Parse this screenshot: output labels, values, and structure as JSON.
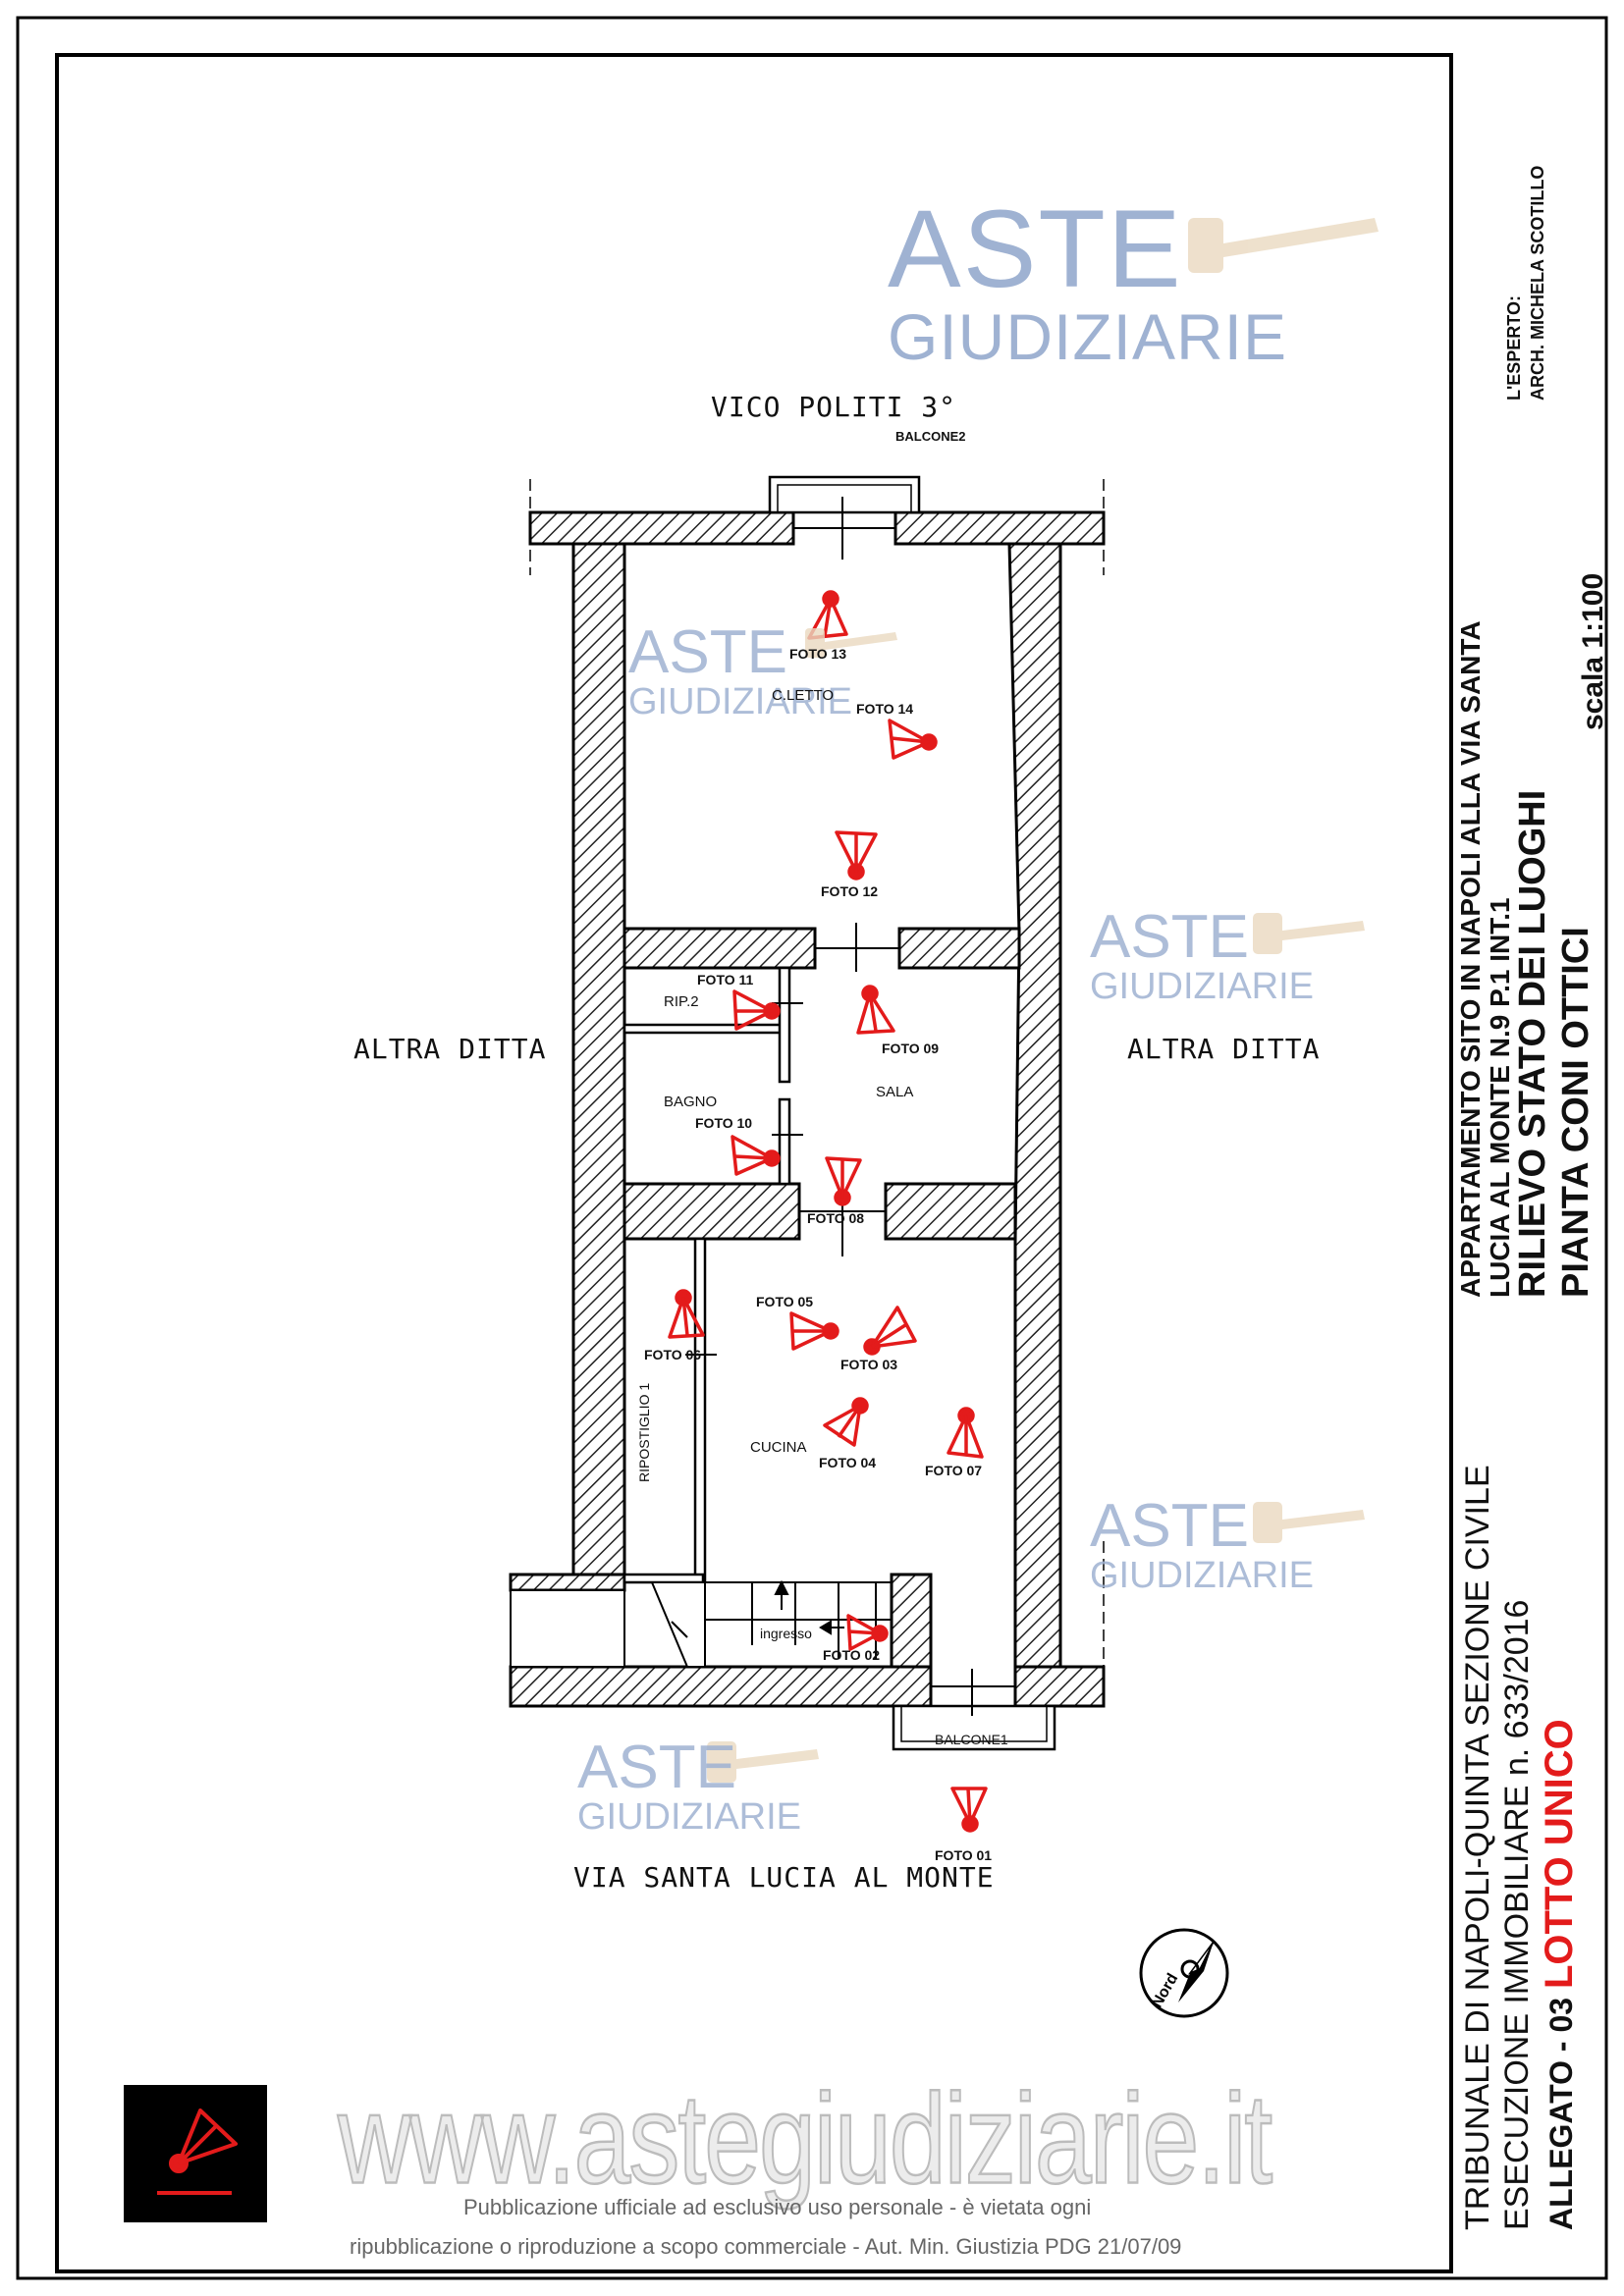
{
  "streets": {
    "top": "VICO POLITI 3°",
    "bottom": "VIA SANTA LUCIA AL MONTE",
    "left": "ALTRA DITTA",
    "right": "ALTRA DITTA"
  },
  "rooms": {
    "balcone2": "BALCONE2",
    "cletto": "C.LETTO",
    "rip2": "RIP.2",
    "sala": "SALA",
    "bagno": "BAGNO",
    "ripostiglio1": "RIPOSTIGLIO 1",
    "cucina": "CUCINA",
    "ingresso": "ingresso",
    "balcone1": "BALCONE1"
  },
  "photos": [
    {
      "id": "foto-01",
      "label": "FOTO 01"
    },
    {
      "id": "foto-02",
      "label": "FOTO 02"
    },
    {
      "id": "foto-03",
      "label": "FOTO 03"
    },
    {
      "id": "foto-04",
      "label": "FOTO 04"
    },
    {
      "id": "foto-05",
      "label": "FOTO 05"
    },
    {
      "id": "foto-06",
      "label": "FOTO 06"
    },
    {
      "id": "foto-07",
      "label": "FOTO 07"
    },
    {
      "id": "foto-08",
      "label": "FOTO 08"
    },
    {
      "id": "foto-09",
      "label": "FOTO 09"
    },
    {
      "id": "foto-10",
      "label": "FOTO 10"
    },
    {
      "id": "foto-11",
      "label": "FOTO 11"
    },
    {
      "id": "foto-12",
      "label": "FOTO 12"
    },
    {
      "id": "foto-13",
      "label": "FOTO 13"
    },
    {
      "id": "foto-14",
      "label": "FOTO 14"
    }
  ],
  "compass": {
    "label": "Nord"
  },
  "watermark": {
    "line1": "ASTE",
    "line2": "GIUDIZIARIE",
    "url": "www.astegiudiziarie.it"
  },
  "disclaimer": {
    "line1": "Pubblicazione ufficiale ad esclusivo uso personale - è vietata ogni",
    "line2": "ripubblicazione o riproduzione a scopo commerciale - Aut. Min. Giustizia PDG 21/07/09"
  },
  "title_block": {
    "expert_label": "L'ESPERTO:",
    "expert_name": "ARCH. MICHELA SCOTILLO",
    "scale": "scala 1:100",
    "address_line1": "APPARTAMENTO SITO IN NAPOLI ALLA VIA SANTA",
    "address_line2": "LUCIA AL MONTE N.9 P.1 INT.1",
    "title_line1": "RILIEVO STATO DEI LUOGHI",
    "title_line2": "PIANTA CONI OTTICI",
    "court_line1": "TRIBUNALE DI NAPOLI-QUINTA SEZIONE CIVILE",
    "court_line2": "ESECUZIONE IMMOBILIARE n. 633/2016",
    "annex_prefix": "ALLEGATO - 03",
    "annex_lot": "LOTTO UNICO"
  },
  "colors": {
    "accent": "#e31b1b",
    "watermark": "#9fb2d2",
    "hatch": "#222222"
  }
}
